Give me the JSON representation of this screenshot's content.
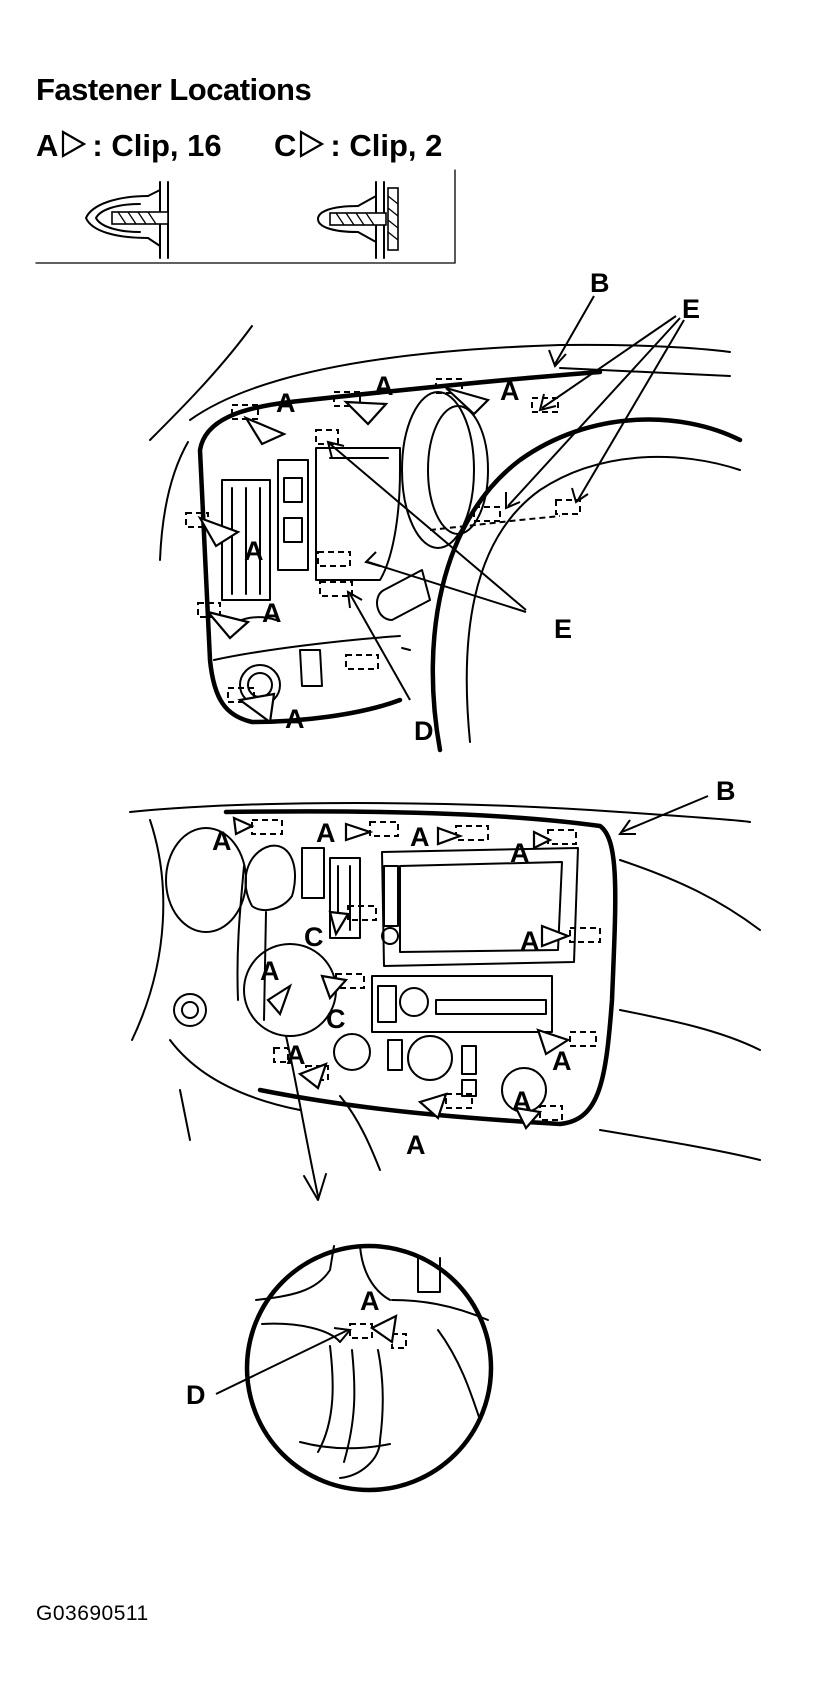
{
  "title": "Fastener Locations",
  "legend": [
    {
      "letter": "A",
      "text": ": Clip, 16"
    },
    {
      "letter": "C",
      "text": ": Clip, 2"
    }
  ],
  "callouts": {
    "A": "A",
    "B": "B",
    "C": "C",
    "D": "D",
    "E": "E"
  },
  "figure_code": "G03690511"
}
